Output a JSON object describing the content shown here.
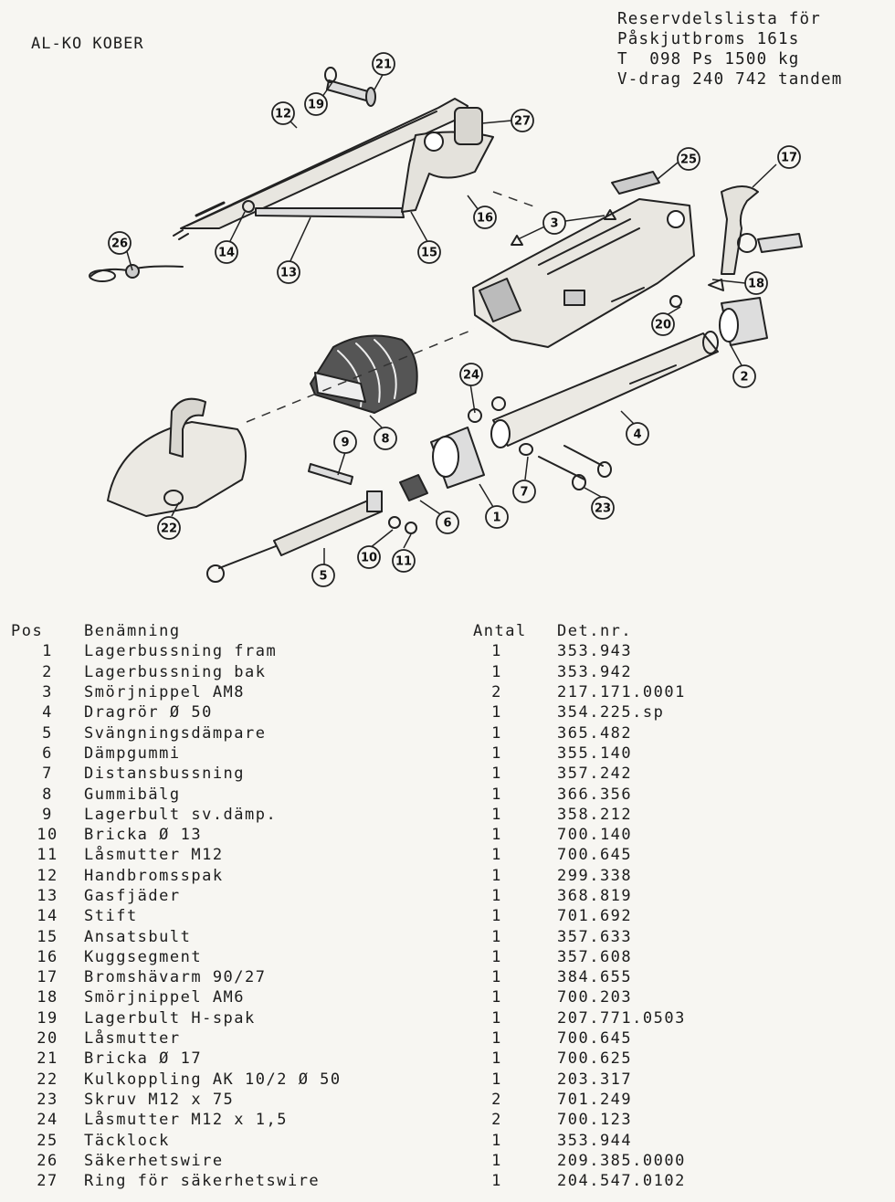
{
  "brand": "AL-KO KOBER",
  "title_lines": [
    "Reservdelslista för",
    "Påskjutbroms 161s",
    "T  098 Ps 1500 kg",
    "V-drag 240 742 tandem"
  ],
  "callouts": [
    "1",
    "2",
    "3",
    "4",
    "5",
    "6",
    "7",
    "8",
    "9",
    "10",
    "11",
    "12",
    "13",
    "14",
    "15",
    "16",
    "17",
    "18",
    "19",
    "20",
    "21",
    "22",
    "23",
    "24",
    "25",
    "26",
    "27"
  ],
  "table": {
    "headers": {
      "pos": "Pos",
      "name": "Benämning",
      "qty": "Antal",
      "det": "Det.nr."
    },
    "rows": [
      {
        "pos": "1",
        "name": "Lagerbussning fram",
        "qty": "1",
        "det": "353.943"
      },
      {
        "pos": "2",
        "name": "Lagerbussning bak",
        "qty": "1",
        "det": "353.942"
      },
      {
        "pos": "3",
        "name": "Smörjnippel AM8",
        "qty": "2",
        "det": "217.171.0001"
      },
      {
        "pos": "4",
        "name": "Dragrör Ø 50",
        "qty": "1",
        "det": "354.225.sp"
      },
      {
        "pos": "5",
        "name": "Svängningsdämpare",
        "qty": "1",
        "det": "365.482"
      },
      {
        "pos": "6",
        "name": "Dämpgummi",
        "qty": "1",
        "det": "355.140"
      },
      {
        "pos": "7",
        "name": "Distansbussning",
        "qty": "1",
        "det": "357.242"
      },
      {
        "pos": "8",
        "name": "Gummibälg",
        "qty": "1",
        "det": "366.356"
      },
      {
        "pos": "9",
        "name": "Lagerbult sv.dämp.",
        "qty": "1",
        "det": "358.212"
      },
      {
        "pos": "10",
        "name": "Bricka Ø 13",
        "qty": "1",
        "det": "700.140"
      },
      {
        "pos": "11",
        "name": "Låsmutter M12",
        "qty": "1",
        "det": "700.645"
      },
      {
        "pos": "12",
        "name": "Handbromsspak",
        "qty": "1",
        "det": "299.338"
      },
      {
        "pos": "13",
        "name": "Gasfjäder",
        "qty": "1",
        "det": "368.819"
      },
      {
        "pos": "14",
        "name": "Stift",
        "qty": "1",
        "det": "701.692"
      },
      {
        "pos": "15",
        "name": "Ansatsbult",
        "qty": "1",
        "det": "357.633"
      },
      {
        "pos": "16",
        "name": "Kuggsegment",
        "qty": "1",
        "det": "357.608"
      },
      {
        "pos": "17",
        "name": "Bromshävarm 90/27",
        "qty": "1",
        "det": "384.655"
      },
      {
        "pos": "18",
        "name": "Smörjnippel AM6",
        "qty": "1",
        "det": "700.203"
      },
      {
        "pos": "19",
        "name": "Lagerbult H-spak",
        "qty": "1",
        "det": "207.771.0503"
      },
      {
        "pos": "20",
        "name": "Låsmutter",
        "qty": "1",
        "det": "700.645"
      },
      {
        "pos": "21",
        "name": "Bricka Ø 17",
        "qty": "1",
        "det": "700.625"
      },
      {
        "pos": "22",
        "name": "Kulkoppling AK 10/2 Ø 50",
        "qty": "1",
        "det": "203.317"
      },
      {
        "pos": "23",
        "name": "Skruv M12 x 75",
        "qty": "2",
        "det": "701.249"
      },
      {
        "pos": "24",
        "name": "Låsmutter M12 x 1,5",
        "qty": "2",
        "det": "700.123"
      },
      {
        "pos": "25",
        "name": "Täcklock",
        "qty": "1",
        "det": "353.944"
      },
      {
        "pos": "26",
        "name": "Säkerhetswire",
        "qty": "1",
        "det": "209.385.0000"
      },
      {
        "pos": "27",
        "name": "Ring för säkerhetswire",
        "qty": "1",
        "det": "204.547.0102"
      }
    ]
  }
}
